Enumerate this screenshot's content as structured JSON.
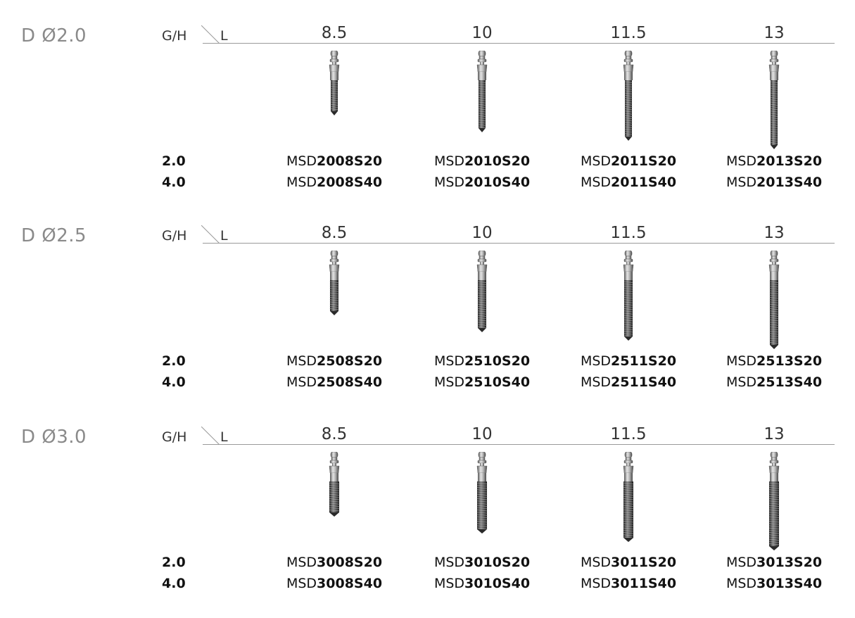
{
  "sections": [
    {
      "title": "D Ø2.0",
      "gh_label": "G/H",
      "l_label": "L",
      "lengths": [
        "8.5",
        "10",
        "11.5",
        "13"
      ],
      "gh_values": [
        "2.0",
        "4.0"
      ],
      "codes": [
        [
          {
            "prefix": "MSD",
            "suffix": "2008S20"
          },
          {
            "prefix": "MSD",
            "suffix": "2010S20"
          },
          {
            "prefix": "MSD",
            "suffix": "2011S20"
          },
          {
            "prefix": "MSD",
            "suffix": "2013S20"
          }
        ],
        [
          {
            "prefix": "MSD",
            "suffix": "2008S40"
          },
          {
            "prefix": "MSD",
            "suffix": "2010S40"
          },
          {
            "prefix": "MSD",
            "suffix": "2011S40"
          },
          {
            "prefix": "MSD",
            "suffix": "2013S40"
          }
        ]
      ]
    },
    {
      "title": "D Ø2.5",
      "gh_label": "G/H",
      "l_label": "L",
      "lengths": [
        "8.5",
        "10",
        "11.5",
        "13"
      ],
      "gh_values": [
        "2.0",
        "4.0"
      ],
      "codes": [
        [
          {
            "prefix": "MSD",
            "suffix": "2508S20"
          },
          {
            "prefix": "MSD",
            "suffix": "2510S20"
          },
          {
            "prefix": "MSD",
            "suffix": "2511S20"
          },
          {
            "prefix": "MSD",
            "suffix": "2513S20"
          }
        ],
        [
          {
            "prefix": "MSD",
            "suffix": "2508S40"
          },
          {
            "prefix": "MSD",
            "suffix": "2510S40"
          },
          {
            "prefix": "MSD",
            "suffix": "2511S40"
          },
          {
            "prefix": "MSD",
            "suffix": "2513S40"
          }
        ]
      ]
    },
    {
      "title": "D Ø3.0",
      "gh_label": "G/H",
      "l_label": "L",
      "lengths": [
        "8.5",
        "10",
        "11.5",
        "13"
      ],
      "gh_values": [
        "2.0",
        "4.0"
      ],
      "codes": [
        [
          {
            "prefix": "MSD",
            "suffix": "3008S20"
          },
          {
            "prefix": "MSD",
            "suffix": "3010S20"
          },
          {
            "prefix": "MSD",
            "suffix": "3011S20"
          },
          {
            "prefix": "MSD",
            "suffix": "3013S20"
          }
        ],
        [
          {
            "prefix": "MSD",
            "suffix": "3008S40"
          },
          {
            "prefix": "MSD",
            "suffix": "3010S40"
          },
          {
            "prefix": "MSD",
            "suffix": "3011S40"
          },
          {
            "prefix": "MSD",
            "suffix": "3013S40"
          }
        ]
      ]
    }
  ],
  "icons": {
    "screw": "mini-screw-implant-image"
  },
  "colors": {
    "title_gray": "#8a8a8a",
    "rule_gray": "#9a9a9a",
    "metal_dark": "#3a3a3a",
    "metal_light": "#c8c8c8"
  }
}
